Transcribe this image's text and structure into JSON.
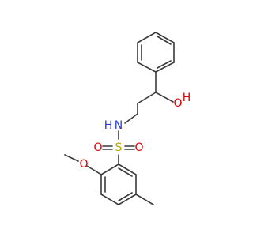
{
  "molecule": {
    "atoms": [
      {
        "id": "S",
        "label": "S",
        "color": "#b8a600"
      },
      {
        "id": "O1",
        "label": "O",
        "color": "#e00000"
      },
      {
        "id": "O2",
        "label": "O",
        "color": "#e00000"
      },
      {
        "id": "N",
        "label": "N",
        "color": "#2a3bd6"
      },
      {
        "id": "H",
        "label": "H",
        "color": "#2a3bd6"
      },
      {
        "id": "OH_O",
        "label": "O",
        "color": "#e00000"
      },
      {
        "id": "OH_H",
        "label": "H",
        "color": "#e00000"
      },
      {
        "id": "OMe_O",
        "label": "O",
        "color": "#e00000"
      }
    ]
  }
}
